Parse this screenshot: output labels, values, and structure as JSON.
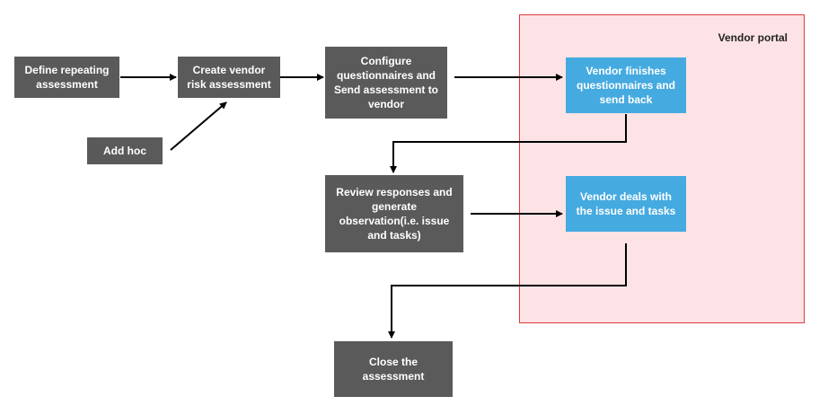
{
  "portal": {
    "label": "Vendor portal"
  },
  "nodes": {
    "define_repeating": "Define repeating assessment",
    "create_vendor_risk": "Create vendor risk assessment",
    "configure_send": "Configure questionnaires and Send assessment to vendor",
    "add_hoc": "Add hoc",
    "vendor_finishes": "Vendor finishes questionnaires and send back",
    "review_responses": "Review responses and generate observation(i.e. issue and tasks)",
    "vendor_deals": "Vendor deals with the issue and tasks",
    "close_assessment": "Close the assessment"
  },
  "colors": {
    "node_dark": "#5a5a5a",
    "node_blue": "#45aae0",
    "portal_fill": "#fde3e5",
    "portal_border": "#e03a3a",
    "edge": "#000000"
  }
}
